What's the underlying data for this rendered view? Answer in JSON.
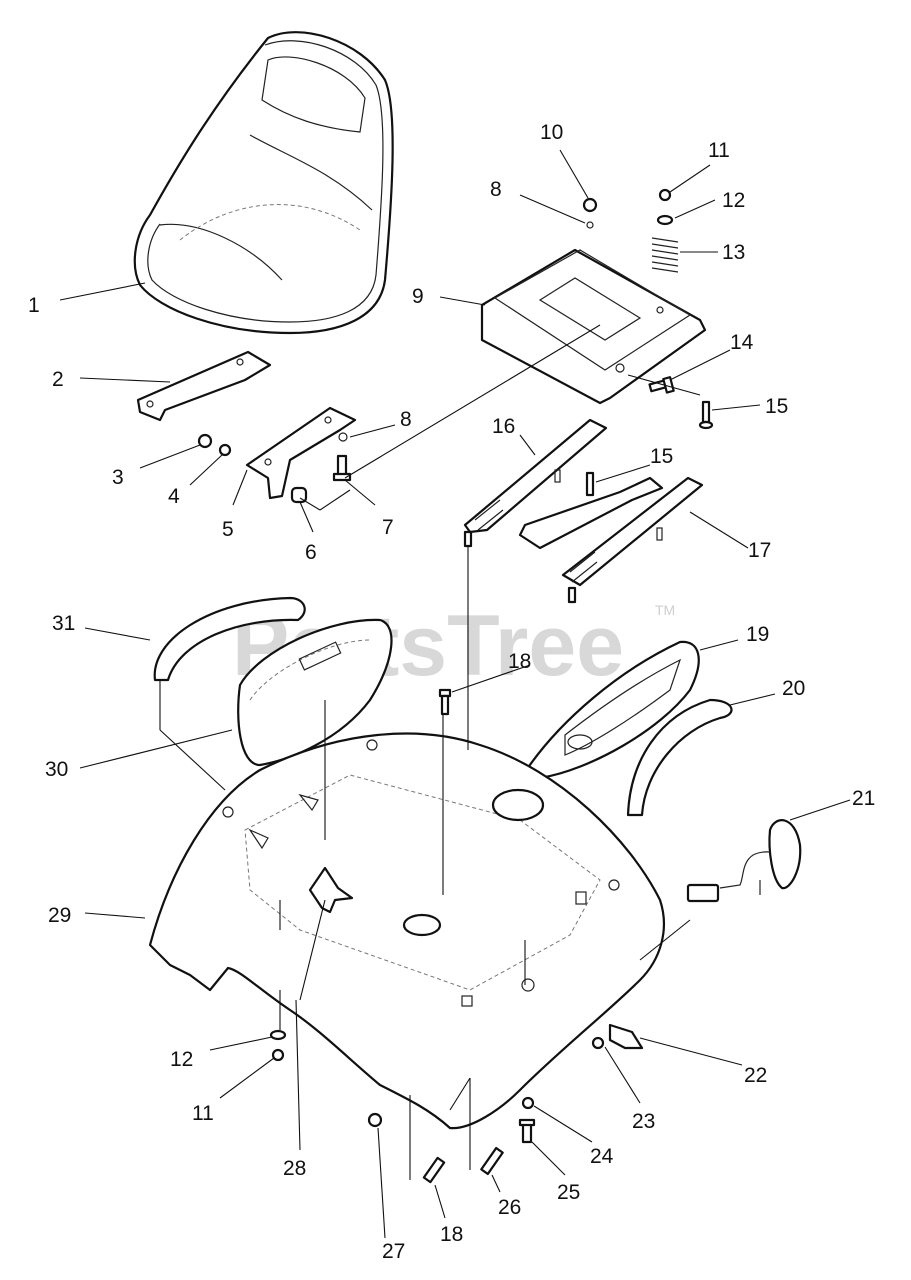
{
  "watermark": {
    "text": "PartsTree",
    "trademark": "TM"
  },
  "callouts": [
    {
      "id": "c1",
      "label": "1"
    },
    {
      "id": "c2",
      "label": "2"
    },
    {
      "id": "c3",
      "label": "3"
    },
    {
      "id": "c4",
      "label": "4"
    },
    {
      "id": "c5",
      "label": "5"
    },
    {
      "id": "c6",
      "label": "6"
    },
    {
      "id": "c7",
      "label": "7"
    },
    {
      "id": "c8a",
      "label": "8"
    },
    {
      "id": "c8b",
      "label": "8"
    },
    {
      "id": "c9",
      "label": "9"
    },
    {
      "id": "c10",
      "label": "10"
    },
    {
      "id": "c11a",
      "label": "11"
    },
    {
      "id": "c11b",
      "label": "11"
    },
    {
      "id": "c12a",
      "label": "12"
    },
    {
      "id": "c12b",
      "label": "12"
    },
    {
      "id": "c13",
      "label": "13"
    },
    {
      "id": "c14",
      "label": "14"
    },
    {
      "id": "c15a",
      "label": "15"
    },
    {
      "id": "c15b",
      "label": "15"
    },
    {
      "id": "c16",
      "label": "16"
    },
    {
      "id": "c17",
      "label": "17"
    },
    {
      "id": "c18a",
      "label": "18"
    },
    {
      "id": "c18b",
      "label": "18"
    },
    {
      "id": "c19",
      "label": "19"
    },
    {
      "id": "c20",
      "label": "20"
    },
    {
      "id": "c21",
      "label": "21"
    },
    {
      "id": "c22",
      "label": "22"
    },
    {
      "id": "c23",
      "label": "23"
    },
    {
      "id": "c24",
      "label": "24"
    },
    {
      "id": "c25",
      "label": "25"
    },
    {
      "id": "c26",
      "label": "26"
    },
    {
      "id": "c27",
      "label": "27"
    },
    {
      "id": "c28",
      "label": "28"
    },
    {
      "id": "c29",
      "label": "29"
    },
    {
      "id": "c30",
      "label": "30"
    },
    {
      "id": "c31",
      "label": "31"
    }
  ]
}
